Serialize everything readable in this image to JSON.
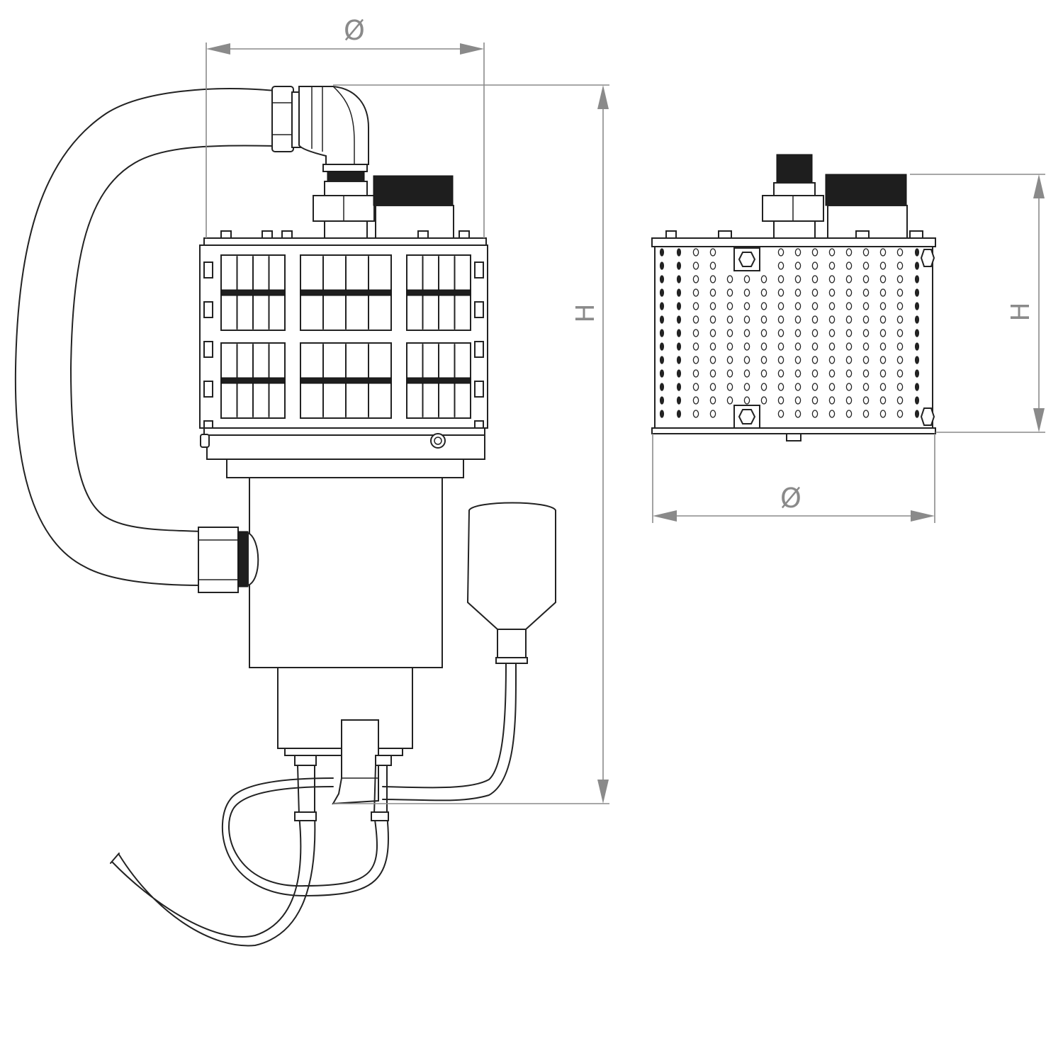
{
  "pump_view": {
    "diameter_label": "Ø",
    "height_label": "H"
  },
  "strainer_view": {
    "diameter_label": "Ø",
    "height_label": "H"
  },
  "colors": {
    "line": "#222222",
    "dimension": "#8a8a8a",
    "background": "#ffffff"
  }
}
